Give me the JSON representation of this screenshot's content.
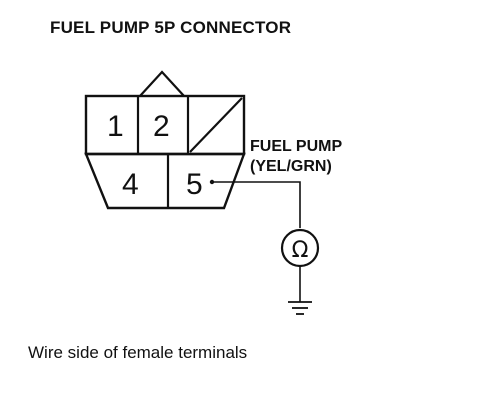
{
  "diagram": {
    "title": "FUEL PUMP 5P CONNECTOR",
    "terminals": [
      {
        "number": "1"
      },
      {
        "number": "2"
      },
      {
        "number": "4"
      },
      {
        "number": "5"
      }
    ],
    "wire_label_line1": "FUEL PUMP",
    "wire_label_line2": "(YEL/GRN)",
    "meter_symbol": "Ω",
    "caption": "Wire side of female terminals"
  }
}
